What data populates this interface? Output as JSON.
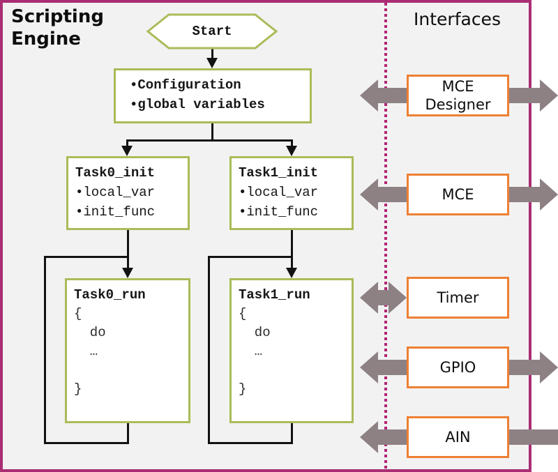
{
  "colors": {
    "panel_background": "#f2f2f2",
    "panel_border_magenta": "#aa2e74",
    "dotted_separator_magenta": "#b12573",
    "flowchart_green": "#a9bc58",
    "interface_orange": "#ee8033",
    "bus_arrow_gray": "#8d8184",
    "connector_black": "#121212"
  },
  "engine": {
    "title": "Scripting Engine",
    "start_label": "Start",
    "config": {
      "lines": "•Configuration\n•global variables"
    },
    "task0_init": {
      "title": "Task0_init",
      "lines": "•local_var\n•init_func"
    },
    "task1_init": {
      "title": "Task1_init",
      "lines": "•local_var\n•init_func"
    },
    "task0_run": {
      "title": "Task0_run",
      "body": "{\n  do\n  …\n\n}"
    },
    "task1_run": {
      "title": "Task1_run",
      "body": "{\n  do\n  …\n\n}"
    }
  },
  "interfaces": {
    "title": "Interfaces",
    "items": [
      {
        "label": "MCE Designer",
        "left_arrow": "points-left",
        "right_arrow": "points-right"
      },
      {
        "label": "MCE",
        "left_arrow": "points-left",
        "right_arrow": "points-right"
      },
      {
        "label": "Timer",
        "left_arrow": "double-headed",
        "right_arrow": "none"
      },
      {
        "label": "GPIO",
        "left_arrow": "points-left",
        "right_arrow": "points-right"
      },
      {
        "label": "AIN",
        "left_arrow": "points-left",
        "right_arrow": "plain-shaft"
      }
    ]
  }
}
